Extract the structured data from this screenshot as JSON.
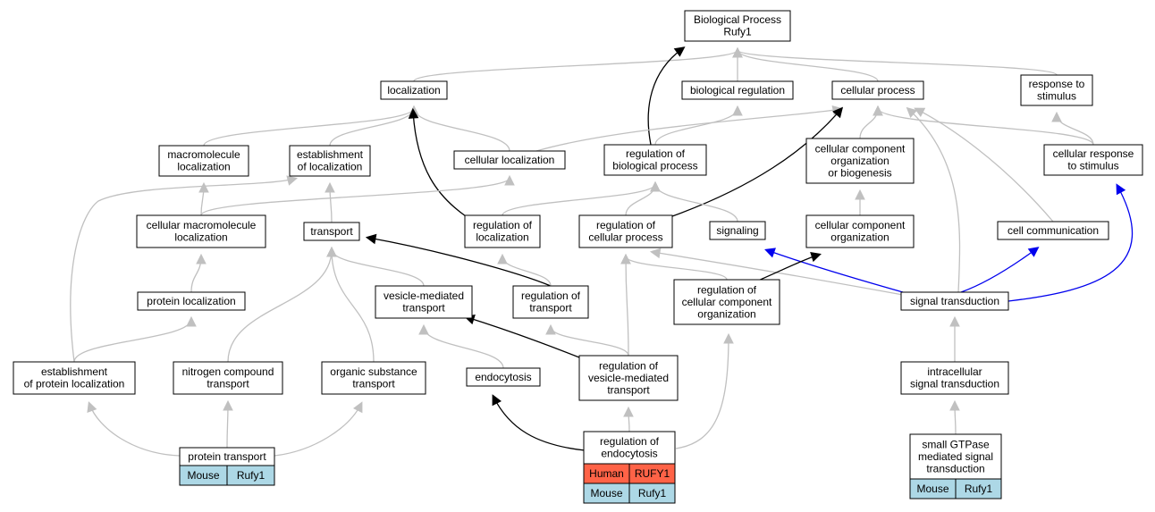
{
  "colors": {
    "gray_edge": "#c0c0c0",
    "black_edge": "#000000",
    "blue_edge": "#0000ee",
    "human_fill": "#ff6347",
    "mouse_fill": "#add8e6"
  },
  "nodes": [
    {
      "id": "bp_root",
      "lines": [
        "Biological Process",
        "Rufy1"
      ]
    },
    {
      "id": "localization",
      "lines": [
        "localization"
      ]
    },
    {
      "id": "biological_regulation",
      "lines": [
        "biological regulation"
      ]
    },
    {
      "id": "cellular_process",
      "lines": [
        "cellular process"
      ]
    },
    {
      "id": "response_to_stimulus",
      "lines": [
        "response to",
        "stimulus"
      ]
    },
    {
      "id": "macromolecule_localization",
      "lines": [
        "macromolecule",
        "localization"
      ]
    },
    {
      "id": "establishment_of_localization",
      "lines": [
        "establishment",
        "of localization"
      ]
    },
    {
      "id": "cellular_localization",
      "lines": [
        "cellular localization"
      ]
    },
    {
      "id": "regulation_of_biological_process",
      "lines": [
        "regulation of",
        "biological process"
      ]
    },
    {
      "id": "cellular_component_organization_or_biogenesis",
      "lines": [
        "cellular component",
        "organization",
        "or biogenesis"
      ]
    },
    {
      "id": "cellular_response_to_stimulus",
      "lines": [
        "cellular response",
        "to stimulus"
      ]
    },
    {
      "id": "cellular_macromolecule_localization",
      "lines": [
        "cellular macromolecule",
        "localization"
      ]
    },
    {
      "id": "transport",
      "lines": [
        "transport"
      ]
    },
    {
      "id": "regulation_of_localization",
      "lines": [
        "regulation of",
        "localization"
      ]
    },
    {
      "id": "regulation_of_cellular_process",
      "lines": [
        "regulation of",
        "cellular process"
      ]
    },
    {
      "id": "signaling",
      "lines": [
        "signaling"
      ]
    },
    {
      "id": "cellular_component_organization",
      "lines": [
        "cellular component",
        "organization"
      ]
    },
    {
      "id": "cell_communication",
      "lines": [
        "cell communication"
      ]
    },
    {
      "id": "protein_localization",
      "lines": [
        "protein localization"
      ]
    },
    {
      "id": "vesicle_mediated_transport",
      "lines": [
        "vesicle-mediated",
        "transport"
      ]
    },
    {
      "id": "regulation_of_transport",
      "lines": [
        "regulation of",
        "transport"
      ]
    },
    {
      "id": "regulation_of_cellular_component_organization",
      "lines": [
        "regulation of",
        "cellular component",
        "organization"
      ]
    },
    {
      "id": "signal_transduction",
      "lines": [
        "signal transduction"
      ]
    },
    {
      "id": "establishment_of_protein_localization",
      "lines": [
        "establishment",
        "of protein localization"
      ]
    },
    {
      "id": "nitrogen_compound_transport",
      "lines": [
        "nitrogen compound",
        "transport"
      ]
    },
    {
      "id": "organic_substance_transport",
      "lines": [
        "organic substance",
        "transport"
      ]
    },
    {
      "id": "endocytosis",
      "lines": [
        "endocytosis"
      ]
    },
    {
      "id": "regulation_of_vesicle_mediated_transport",
      "lines": [
        "regulation of",
        "vesicle-mediated",
        "transport"
      ]
    },
    {
      "id": "intracellular_signal_transduction",
      "lines": [
        "intracellular",
        "signal transduction"
      ]
    },
    {
      "id": "protein_transport",
      "lines": [
        "protein transport"
      ]
    },
    {
      "id": "regulation_of_endocytosis",
      "lines": [
        "regulation of",
        "endocytosis"
      ]
    },
    {
      "id": "small_gtpase_mediated_signal_transduction",
      "lines": [
        "small GTPase",
        "mediated signal",
        "transduction"
      ]
    }
  ],
  "annotations": [
    {
      "node": "protein_transport",
      "rows": [
        {
          "species": "Mouse",
          "gene": "Rufy1",
          "kind": "mouse"
        }
      ]
    },
    {
      "node": "regulation_of_endocytosis",
      "rows": [
        {
          "species": "Human",
          "gene": "RUFY1",
          "kind": "human"
        },
        {
          "species": "Mouse",
          "gene": "Rufy1",
          "kind": "mouse"
        }
      ]
    },
    {
      "node": "small_gtpase_mediated_signal_transduction",
      "rows": [
        {
          "species": "Mouse",
          "gene": "Rufy1",
          "kind": "mouse"
        }
      ]
    }
  ],
  "edges": [
    {
      "from": "localization",
      "to": "bp_root",
      "style": "gray"
    },
    {
      "from": "biological_regulation",
      "to": "bp_root",
      "style": "gray"
    },
    {
      "from": "cellular_process",
      "to": "bp_root",
      "style": "gray"
    },
    {
      "from": "response_to_stimulus",
      "to": "bp_root",
      "style": "gray"
    },
    {
      "from": "regulation_of_biological_process",
      "to": "bp_root",
      "style": "black"
    },
    {
      "from": "macromolecule_localization",
      "to": "localization",
      "style": "gray"
    },
    {
      "from": "establishment_of_localization",
      "to": "localization",
      "style": "gray"
    },
    {
      "from": "cellular_localization",
      "to": "localization",
      "style": "gray"
    },
    {
      "from": "regulation_of_localization",
      "to": "localization",
      "style": "black"
    },
    {
      "from": "regulation_of_biological_process",
      "to": "biological_regulation",
      "style": "gray"
    },
    {
      "from": "cellular_localization",
      "to": "cellular_process",
      "style": "gray"
    },
    {
      "from": "cellular_component_organization_or_biogenesis",
      "to": "cellular_process",
      "style": "gray"
    },
    {
      "from": "cellular_response_to_stimulus",
      "to": "cellular_process",
      "style": "gray"
    },
    {
      "from": "cell_communication",
      "to": "cellular_process",
      "style": "gray"
    },
    {
      "from": "signal_transduction",
      "to": "cellular_process",
      "style": "gray"
    },
    {
      "from": "regulation_of_cellular_process",
      "to": "cellular_process",
      "style": "black"
    },
    {
      "from": "cellular_response_to_stimulus",
      "to": "response_to_stimulus",
      "style": "gray"
    },
    {
      "from": "cellular_macromolecule_localization",
      "to": "macromolecule_localization",
      "style": "gray"
    },
    {
      "from": "transport",
      "to": "establishment_of_localization",
      "style": "gray"
    },
    {
      "from": "establishment_of_protein_localization",
      "to": "establishment_of_localization",
      "style": "gray"
    },
    {
      "from": "cellular_macromolecule_localization",
      "to": "cellular_localization",
      "style": "gray"
    },
    {
      "from": "regulation_of_localization",
      "to": "regulation_of_biological_process",
      "style": "gray"
    },
    {
      "from": "regulation_of_cellular_process",
      "to": "regulation_of_biological_process",
      "style": "gray"
    },
    {
      "from": "signaling",
      "to": "regulation_of_biological_process",
      "style": "gray"
    },
    {
      "from": "cellular_component_organization",
      "to": "cellular_component_organization_or_biogenesis",
      "style": "gray"
    },
    {
      "from": "signal_transduction",
      "to": "cellular_response_to_stimulus",
      "style": "blue"
    },
    {
      "from": "protein_localization",
      "to": "cellular_macromolecule_localization",
      "style": "gray"
    },
    {
      "from": "vesicle_mediated_transport",
      "to": "transport",
      "style": "gray"
    },
    {
      "from": "nitrogen_compound_transport",
      "to": "transport",
      "style": "gray"
    },
    {
      "from": "organic_substance_transport",
      "to": "transport",
      "style": "gray"
    },
    {
      "from": "regulation_of_transport",
      "to": "transport",
      "style": "black"
    },
    {
      "from": "regulation_of_transport",
      "to": "regulation_of_localization",
      "style": "gray"
    },
    {
      "from": "regulation_of_vesicle_mediated_transport",
      "to": "regulation_of_cellular_process",
      "style": "gray"
    },
    {
      "from": "regulation_of_cellular_component_organization",
      "to": "regulation_of_cellular_process",
      "style": "gray"
    },
    {
      "from": "signal_transduction",
      "to": "regulation_of_cellular_process",
      "style": "gray"
    },
    {
      "from": "signal_transduction",
      "to": "signaling",
      "style": "blue"
    },
    {
      "from": "regulation_of_cellular_component_organization",
      "to": "cellular_component_organization",
      "style": "black"
    },
    {
      "from": "signal_transduction",
      "to": "cell_communication",
      "style": "blue"
    },
    {
      "from": "establishment_of_protein_localization",
      "to": "protein_localization",
      "style": "gray"
    },
    {
      "from": "endocytosis",
      "to": "vesicle_mediated_transport",
      "style": "gray"
    },
    {
      "from": "regulation_of_vesicle_mediated_transport",
      "to": "vesicle_mediated_transport",
      "style": "black"
    },
    {
      "from": "regulation_of_vesicle_mediated_transport",
      "to": "regulation_of_transport",
      "style": "gray"
    },
    {
      "from": "regulation_of_endocytosis",
      "to": "regulation_of_cellular_component_organization",
      "style": "gray"
    },
    {
      "from": "intracellular_signal_transduction",
      "to": "signal_transduction",
      "style": "gray"
    },
    {
      "from": "protein_transport",
      "to": "establishment_of_protein_localization",
      "style": "gray"
    },
    {
      "from": "protein_transport",
      "to": "nitrogen_compound_transport",
      "style": "gray"
    },
    {
      "from": "protein_transport",
      "to": "organic_substance_transport",
      "style": "gray"
    },
    {
      "from": "regulation_of_endocytosis",
      "to": "endocytosis",
      "style": "black"
    },
    {
      "from": "regulation_of_endocytosis",
      "to": "regulation_of_vesicle_mediated_transport",
      "style": "gray"
    },
    {
      "from": "small_gtpase_mediated_signal_transduction",
      "to": "intracellular_signal_transduction",
      "style": "gray"
    }
  ]
}
